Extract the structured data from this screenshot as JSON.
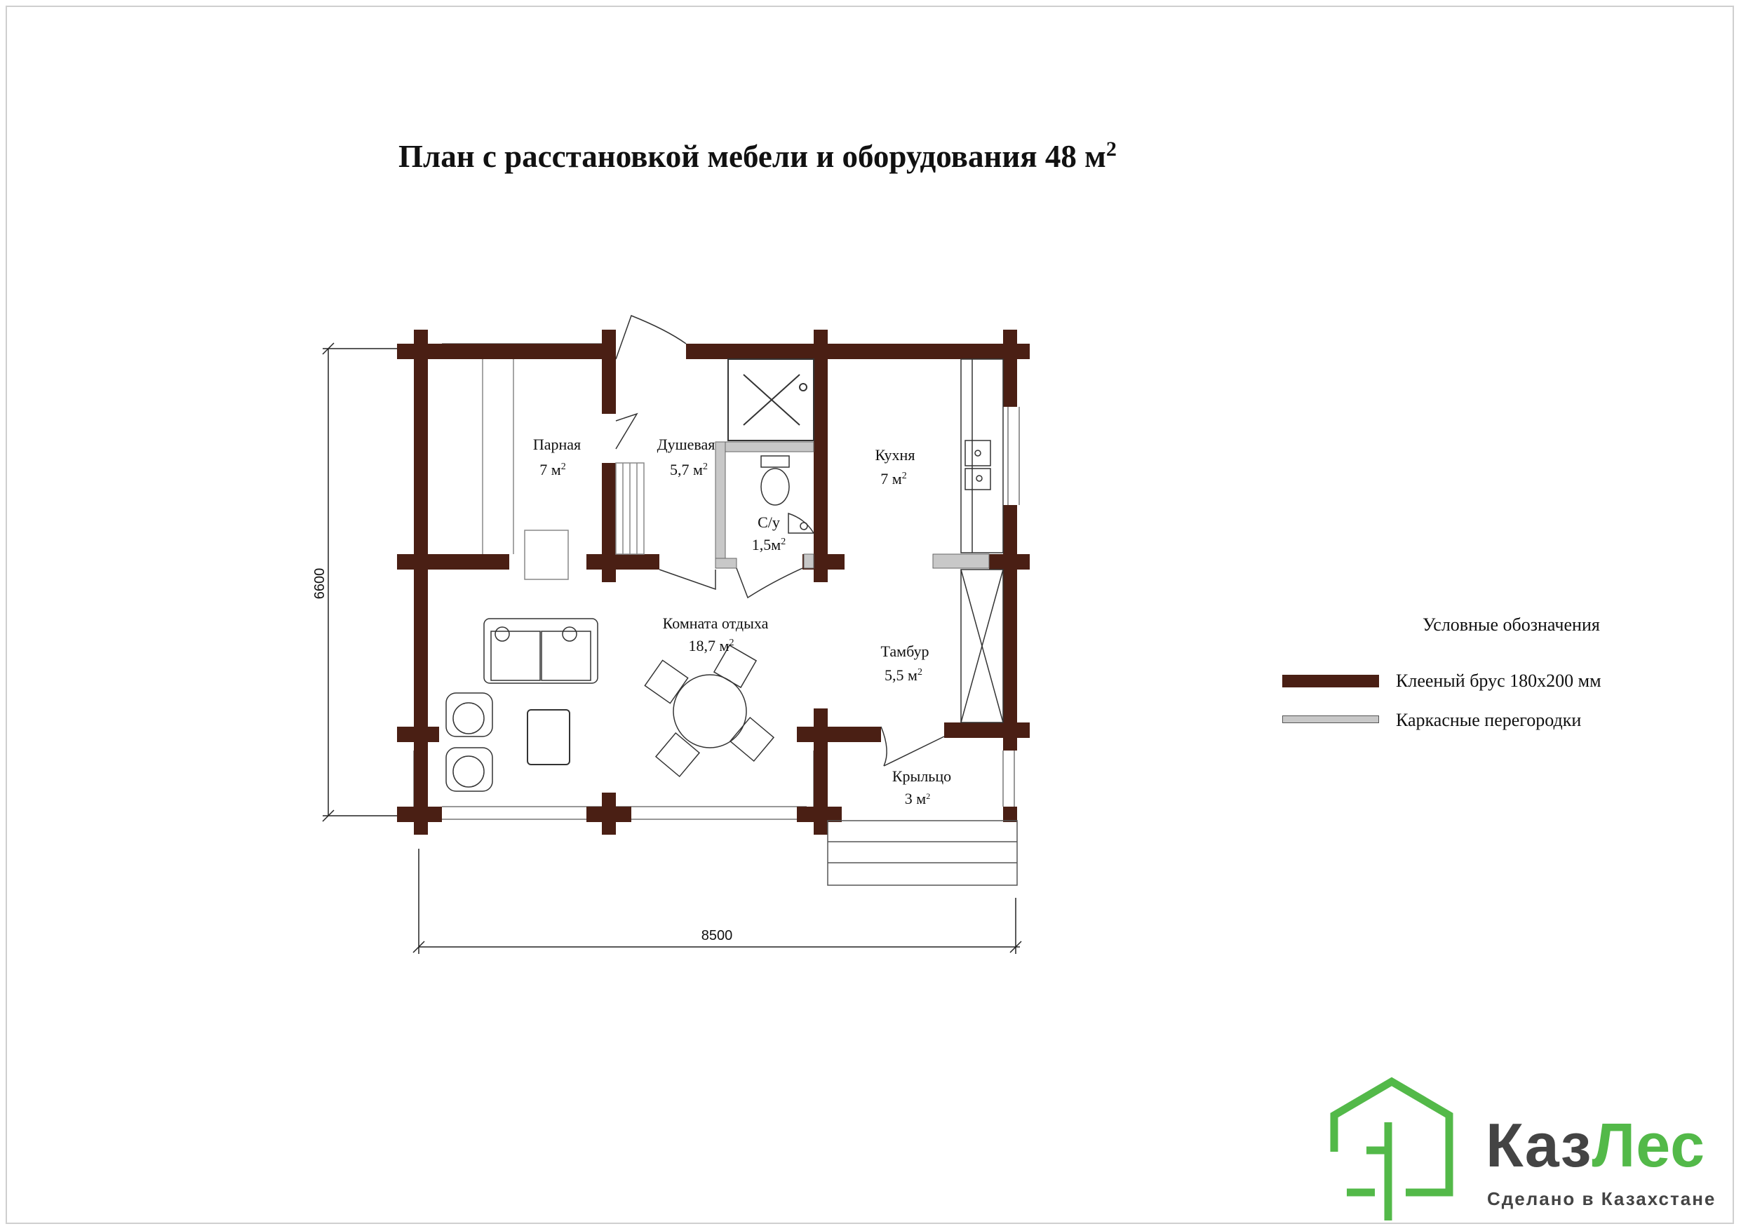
{
  "title": {
    "text": "План с расстановкой мебели и оборудования 48 м",
    "sup": "2"
  },
  "rooms": [
    {
      "name": "Парная",
      "area": "7 м",
      "sup": "2"
    },
    {
      "name": "Душевая",
      "area": "5,7 м",
      "sup": "2"
    },
    {
      "name": "Кухня",
      "area": "7 м",
      "sup": "2"
    },
    {
      "name": "С/у",
      "area": "1,5м",
      "sup": "2"
    },
    {
      "name": "Комната отдыха",
      "area": "18,7 м",
      "sup": "2"
    },
    {
      "name": "Тамбур",
      "area": "5,5 м",
      "sup": "2"
    },
    {
      "name": "Крыльцо",
      "area": "3 м",
      "sup": "2"
    }
  ],
  "dimensions": {
    "width": "8500",
    "height": "6600"
  },
  "legend": {
    "title": "Условные обозначения",
    "items": [
      {
        "label": "Клееный  брус 180х200 мм",
        "color": "#4a1f14"
      },
      {
        "label": "Каркасные перегородки",
        "color": "#c8c8c8"
      }
    ]
  },
  "logo": {
    "name_a": "Каз",
    "name_b": "Лес",
    "tagline": "Сделано в Казахстане",
    "icon": "house-logo-icon",
    "brand_color": "#53b949"
  }
}
